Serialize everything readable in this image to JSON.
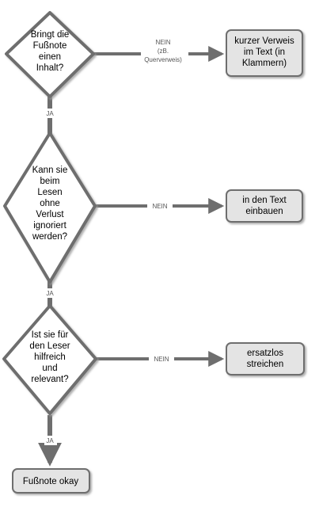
{
  "decisions": [
    {
      "lines": [
        "Bringt die",
        "Fußnote",
        "einen",
        "Inhalt?"
      ]
    },
    {
      "lines": [
        "Kann sie",
        "beim",
        "Lesen",
        "ohne",
        "Verlust",
        "ignoriert",
        "werden?"
      ]
    },
    {
      "lines": [
        "Ist sie für",
        "den Leser",
        "hilfreich",
        "und",
        "relevant?"
      ]
    }
  ],
  "outcomes": [
    {
      "lines": [
        "kurzer Verweis",
        "im Text (in",
        "Klammern)"
      ]
    },
    {
      "lines": [
        "in den Text",
        "einbauen"
      ]
    },
    {
      "lines": [
        "ersatzlos",
        "streichen"
      ]
    },
    {
      "lines": [
        "Fußnote okay"
      ]
    }
  ],
  "edge_labels": {
    "no1": [
      "NEIN",
      "(zB.",
      "Querverweis)"
    ],
    "no2": [
      "NEIN"
    ],
    "no3": [
      "NEIN"
    ],
    "yes1": [
      "JA"
    ],
    "yes2": [
      "JA"
    ],
    "yes3": [
      "JA"
    ]
  },
  "colors": {
    "stroke": "#6e6e6e",
    "fill": "#ffffff",
    "box_fill": "#e4e4e4",
    "text": "#000000",
    "label_text": "#555555"
  }
}
